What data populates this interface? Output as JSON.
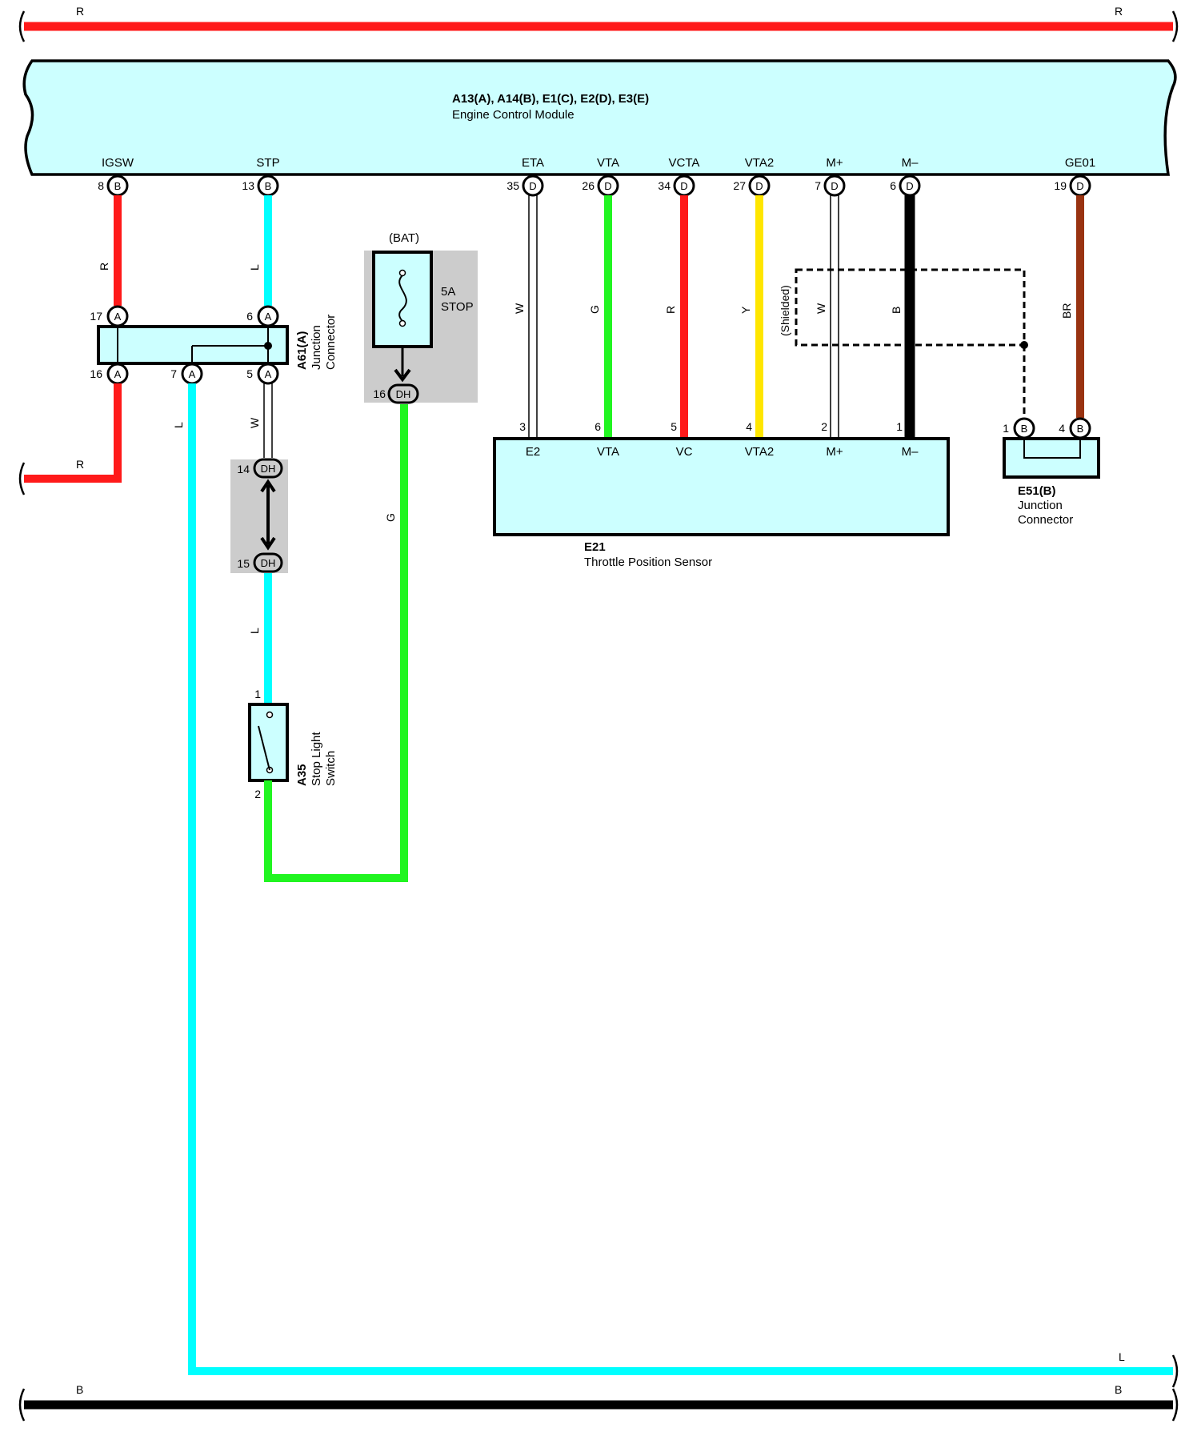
{
  "colors": {
    "R": "#ff1a1a",
    "L": "#00ffff",
    "G": "#21f521",
    "Y": "#ffe600",
    "B": "#000000",
    "BR": "#993311",
    "W": "#ffffff",
    "box_fill": "#ccffff",
    "relay_gray": "#cccccc"
  },
  "bus": {
    "top_left": "R",
    "top_right": "R",
    "bottom_left": "B",
    "bottom_right": "B",
    "l_right": "L",
    "r_left": "R"
  },
  "ecm": {
    "title": "A13(A), A14(B), E1(C), E2(D), E3(E)",
    "subtitle": "Engine Control Module",
    "terminals": [
      {
        "name": "IGSW",
        "pin": "8",
        "conn": "B"
      },
      {
        "name": "STP",
        "pin": "13",
        "conn": "B"
      },
      {
        "name": "ETA",
        "pin": "35",
        "conn": "D"
      },
      {
        "name": "VTA",
        "pin": "26",
        "conn": "D"
      },
      {
        "name": "VCTA",
        "pin": "34",
        "conn": "D"
      },
      {
        "name": "VTA2",
        "pin": "27",
        "conn": "D"
      },
      {
        "name": "M+",
        "pin": "7",
        "conn": "D"
      },
      {
        "name": "M–",
        "pin": "6",
        "conn": "D"
      },
      {
        "name": "GE01",
        "pin": "19",
        "conn": "D"
      }
    ]
  },
  "wire_colors": {
    "igsw": "R",
    "stp": "L",
    "eta": "W",
    "vta": "G",
    "vcta": "R",
    "vta2": "Y",
    "mplus": "W",
    "mminus": "B",
    "ge01": "BR",
    "jc_out": "L",
    "jc_w": "W",
    "stp_lower": "L",
    "fuse_out": "G"
  },
  "shielded": "(Shielded)",
  "junction_a61": {
    "id": "A61(A)",
    "name1": "Junction",
    "name2": "Connector",
    "conn": "A",
    "pins": {
      "p17": "17",
      "p6": "6",
      "p16": "16",
      "p7": "7",
      "p5": "5"
    }
  },
  "relay_dh": {
    "conn": "DH",
    "top_pin": "14",
    "bottom_pin": "15"
  },
  "fuse": {
    "supply": "(BAT)",
    "rating": "5A",
    "name": "STOP",
    "out_pin": "16",
    "out_conn": "DH"
  },
  "stop_switch": {
    "id": "A35",
    "name1": "Stop Light",
    "name2": "Switch",
    "pin1": "1",
    "pin2": "2"
  },
  "tps": {
    "id": "E21",
    "name": "Throttle Position Sensor",
    "terminals": [
      {
        "name": "E2",
        "pin": "3"
      },
      {
        "name": "VTA",
        "pin": "6"
      },
      {
        "name": "VC",
        "pin": "5"
      },
      {
        "name": "VTA2",
        "pin": "4"
      },
      {
        "name": "M+",
        "pin": "2"
      },
      {
        "name": "M–",
        "pin": "1"
      }
    ]
  },
  "junction_e51": {
    "id": "E51(B)",
    "name1": "Junction",
    "name2": "Connector",
    "conn": "B",
    "pin_a": "1",
    "pin_b": "4"
  }
}
